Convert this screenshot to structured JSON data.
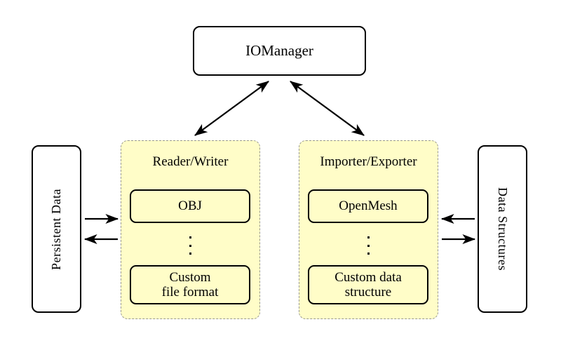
{
  "diagram": {
    "title_node": {
      "label": "IOManager"
    },
    "left_endpoint": {
      "label": "Persistent Data"
    },
    "right_endpoint": {
      "label": "Data Structures"
    },
    "groups": [
      {
        "name": "reader-writer",
        "title": "Reader/Writer",
        "items": [
          {
            "label": "OBJ"
          },
          {
            "label": "Custom\nfile format",
            "line1": "Custom",
            "line2": "file format"
          }
        ],
        "ellipsis": "⋮"
      },
      {
        "name": "importer-exporter",
        "title": "Importer/Exporter",
        "items": [
          {
            "label": "OpenMesh"
          },
          {
            "label": "Custom data\nstructure",
            "line1": "Custom data",
            "line2": "structure"
          }
        ],
        "ellipsis": "⋮"
      }
    ],
    "connections": [
      {
        "name": "iomanager-to-reader-writer",
        "type": "double-arrow"
      },
      {
        "name": "iomanager-to-importer-exporter",
        "type": "double-arrow"
      },
      {
        "name": "persistent-data-to-reader-writer",
        "type": "arrow-right"
      },
      {
        "name": "reader-writer-to-persistent-data",
        "type": "arrow-left"
      },
      {
        "name": "data-structures-to-importer-exporter",
        "type": "arrow-left"
      },
      {
        "name": "importer-exporter-to-data-structures",
        "type": "arrow-right"
      }
    ],
    "colors": {
      "group_fill": "#fffdc8",
      "group_border": "#9a9a8f",
      "node_border": "#000000",
      "background": "#ffffff"
    }
  }
}
